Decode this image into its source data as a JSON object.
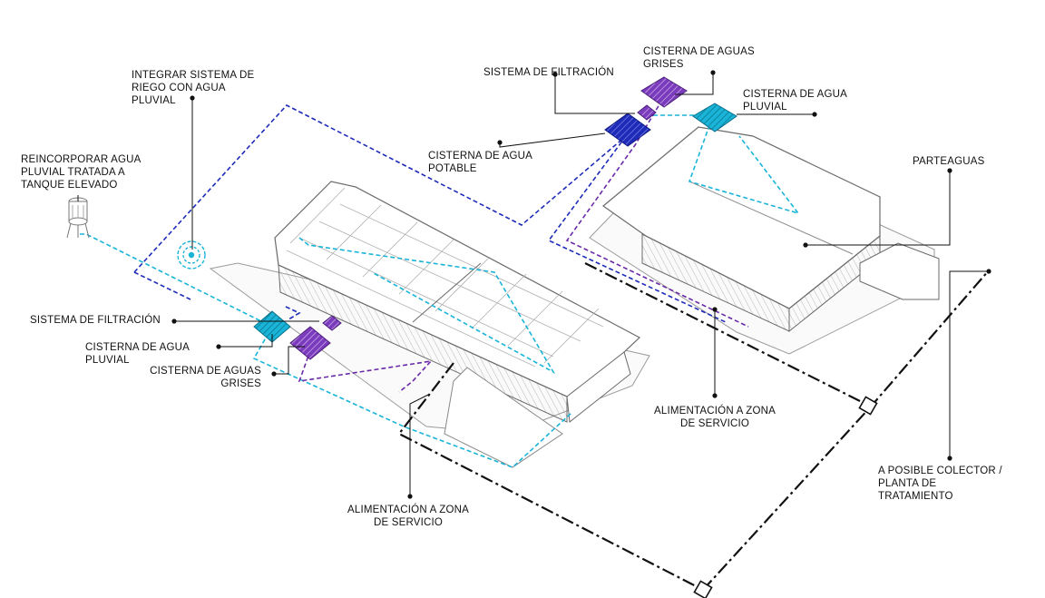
{
  "colors": {
    "potable": "#1e2bb8",
    "pluvial": "#19b4d8",
    "grises": "#6a2aa8",
    "drainage": "#111111",
    "building": "#777777"
  },
  "icons": {
    "tank": "water-tower-icon",
    "irrigation": "irrigation-target-icon"
  },
  "labels": {
    "reincorporar": "REINCORPORAR AGUA\nPLUVIAL TRATADA A\nTANQUE ELEVADO",
    "integrar": "INTEGRAR SISTEMA DE\nRIEGO CON AGUA\nPLUVIAL",
    "filtracion_left": "SISTEMA DE FILTRACIÓN",
    "cisterna_pluvial_left": "CISTERNA DE AGUA\nPLUVIAL",
    "cisterna_grises_left": "CISTERNA DE AGUAS\nGRISES",
    "alimentacion_left": "ALIMENTACIÓN A ZONA\nDE SERVICIO",
    "filtracion_right": "SISTEMA DE FILTRACIÓN",
    "cisterna_grises_right": "CISTERNA DE AGUAS\nGRISES",
    "cisterna_pluvial_right": "CISTERNA DE AGUA\nPLUVIAL",
    "cisterna_potable": "CISTERNA DE AGUA\nPOTABLE",
    "parteaguas": "PARTEAGUAS",
    "alimentacion_right": "ALIMENTACIÓN A ZONA\nDE SERVICIO",
    "colector": "A POSIBLE COLECTOR /\nPLANTA DE\nTRATAMIENTO"
  }
}
